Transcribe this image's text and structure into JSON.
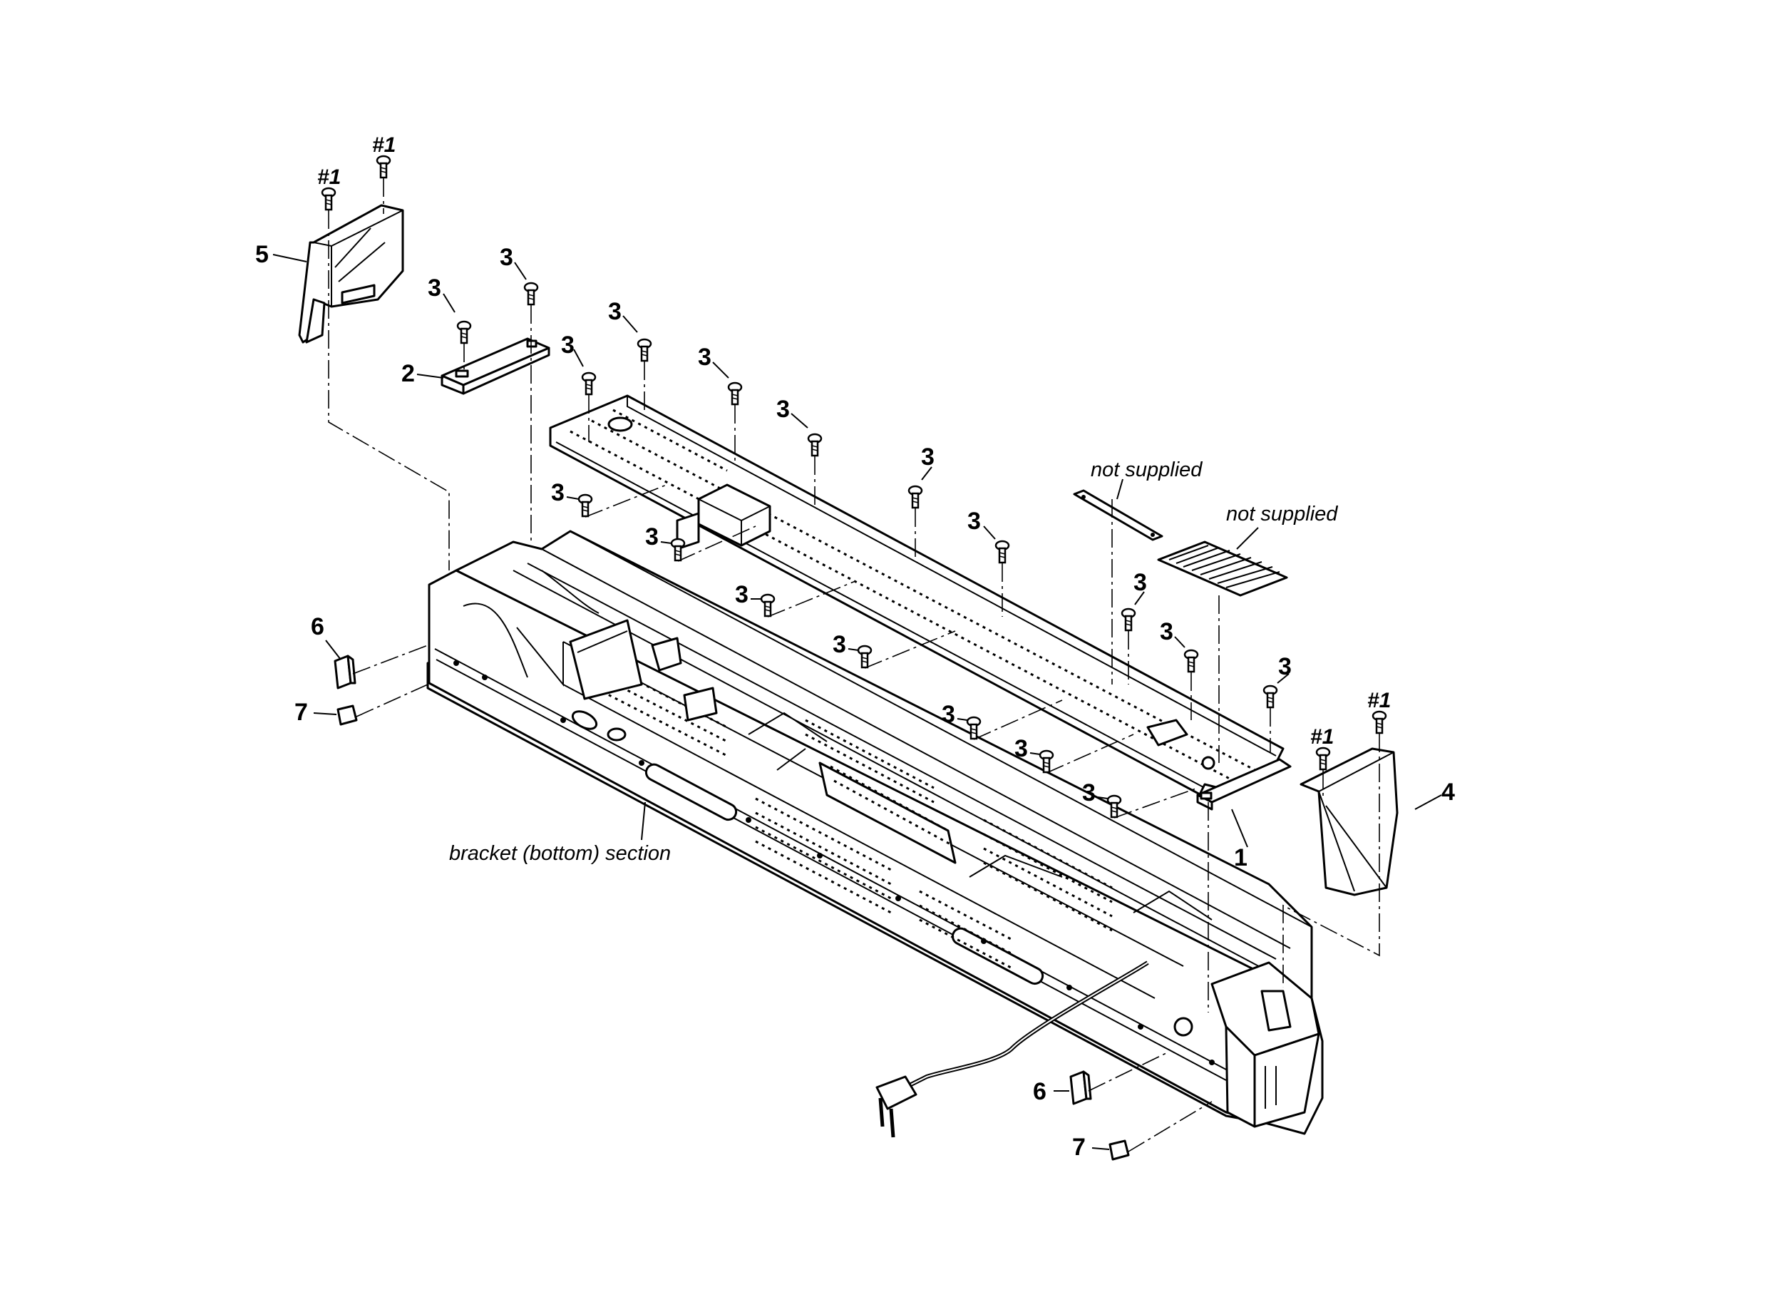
{
  "labels": {
    "part1": "1",
    "part2": "2",
    "part3": "3",
    "part4": "4",
    "part5": "5",
    "part6": "6",
    "part7": "7",
    "screw_hash1": "#1"
  },
  "notes": {
    "not_supplied_1": "not supplied",
    "not_supplied_2": "not supplied",
    "bracket_section": "bracket (bottom) section"
  },
  "colors": {
    "line": "#000000",
    "background": "#ffffff"
  }
}
